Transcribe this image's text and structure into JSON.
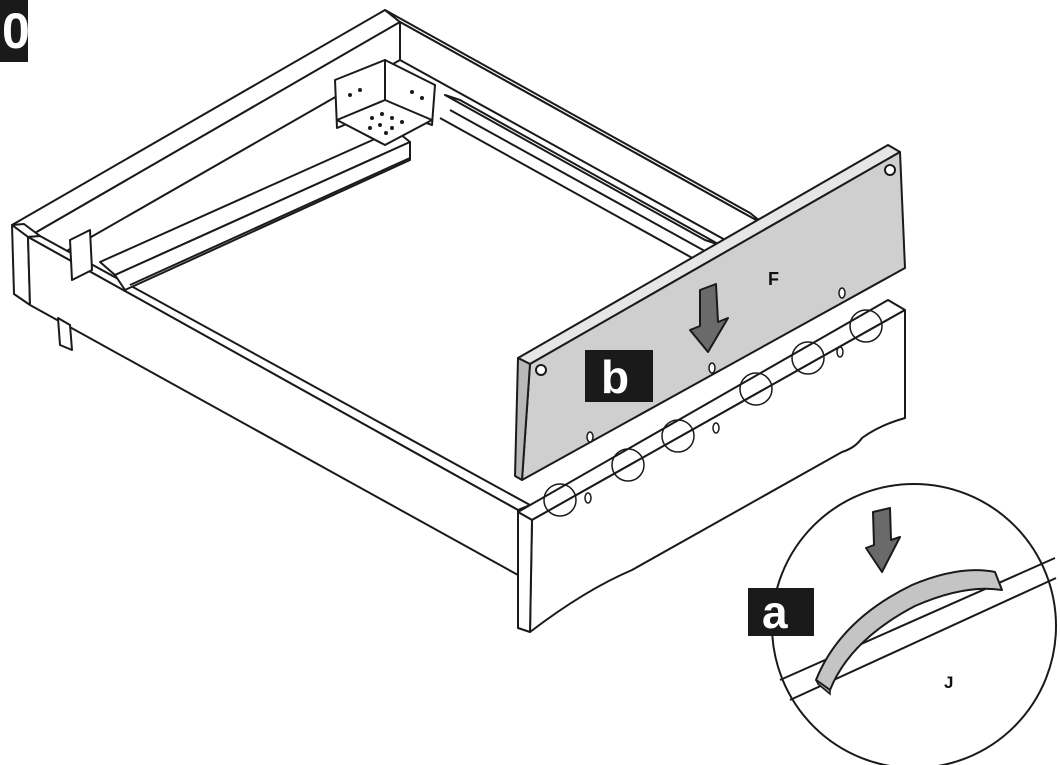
{
  "step": {
    "number": "0"
  },
  "tags": {
    "a": "a",
    "b": "b"
  },
  "parts": {
    "panel": "F",
    "dowel": "J"
  },
  "colors": {
    "ink": "#1a1a1a",
    "panel_fill": "#cfcfcf",
    "dowel_fill": "#c4c4c4",
    "tag_bg": "#1a1a1a",
    "tag_text": "#ffffff",
    "paper": "#ffffff"
  }
}
